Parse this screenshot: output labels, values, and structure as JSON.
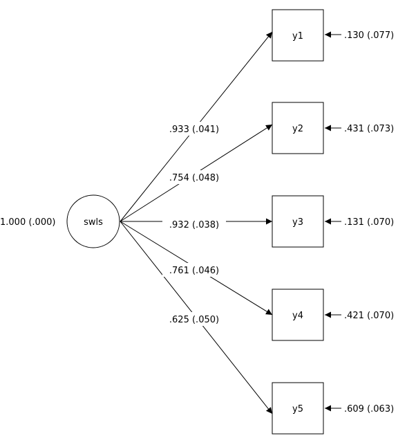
{
  "latent": {
    "name": "swls",
    "variance_label": "1.000 (.000)"
  },
  "indicators": [
    {
      "name": "y1",
      "loading_label": ".933 (.041)",
      "residual_label": ".130 (.077)"
    },
    {
      "name": "y2",
      "loading_label": ".754 (.048)",
      "residual_label": ".431 (.073)"
    },
    {
      "name": "y3",
      "loading_label": ".932 (.038)",
      "residual_label": ".131 (.070)"
    },
    {
      "name": "y4",
      "loading_label": ".761 (.046)",
      "residual_label": ".421 (.070)"
    },
    {
      "name": "y5",
      "loading_label": ".625 (.050)",
      "residual_label": ".609 (.063)"
    }
  ],
  "colors": {
    "stroke": "#000000",
    "background": "#ffffff"
  }
}
